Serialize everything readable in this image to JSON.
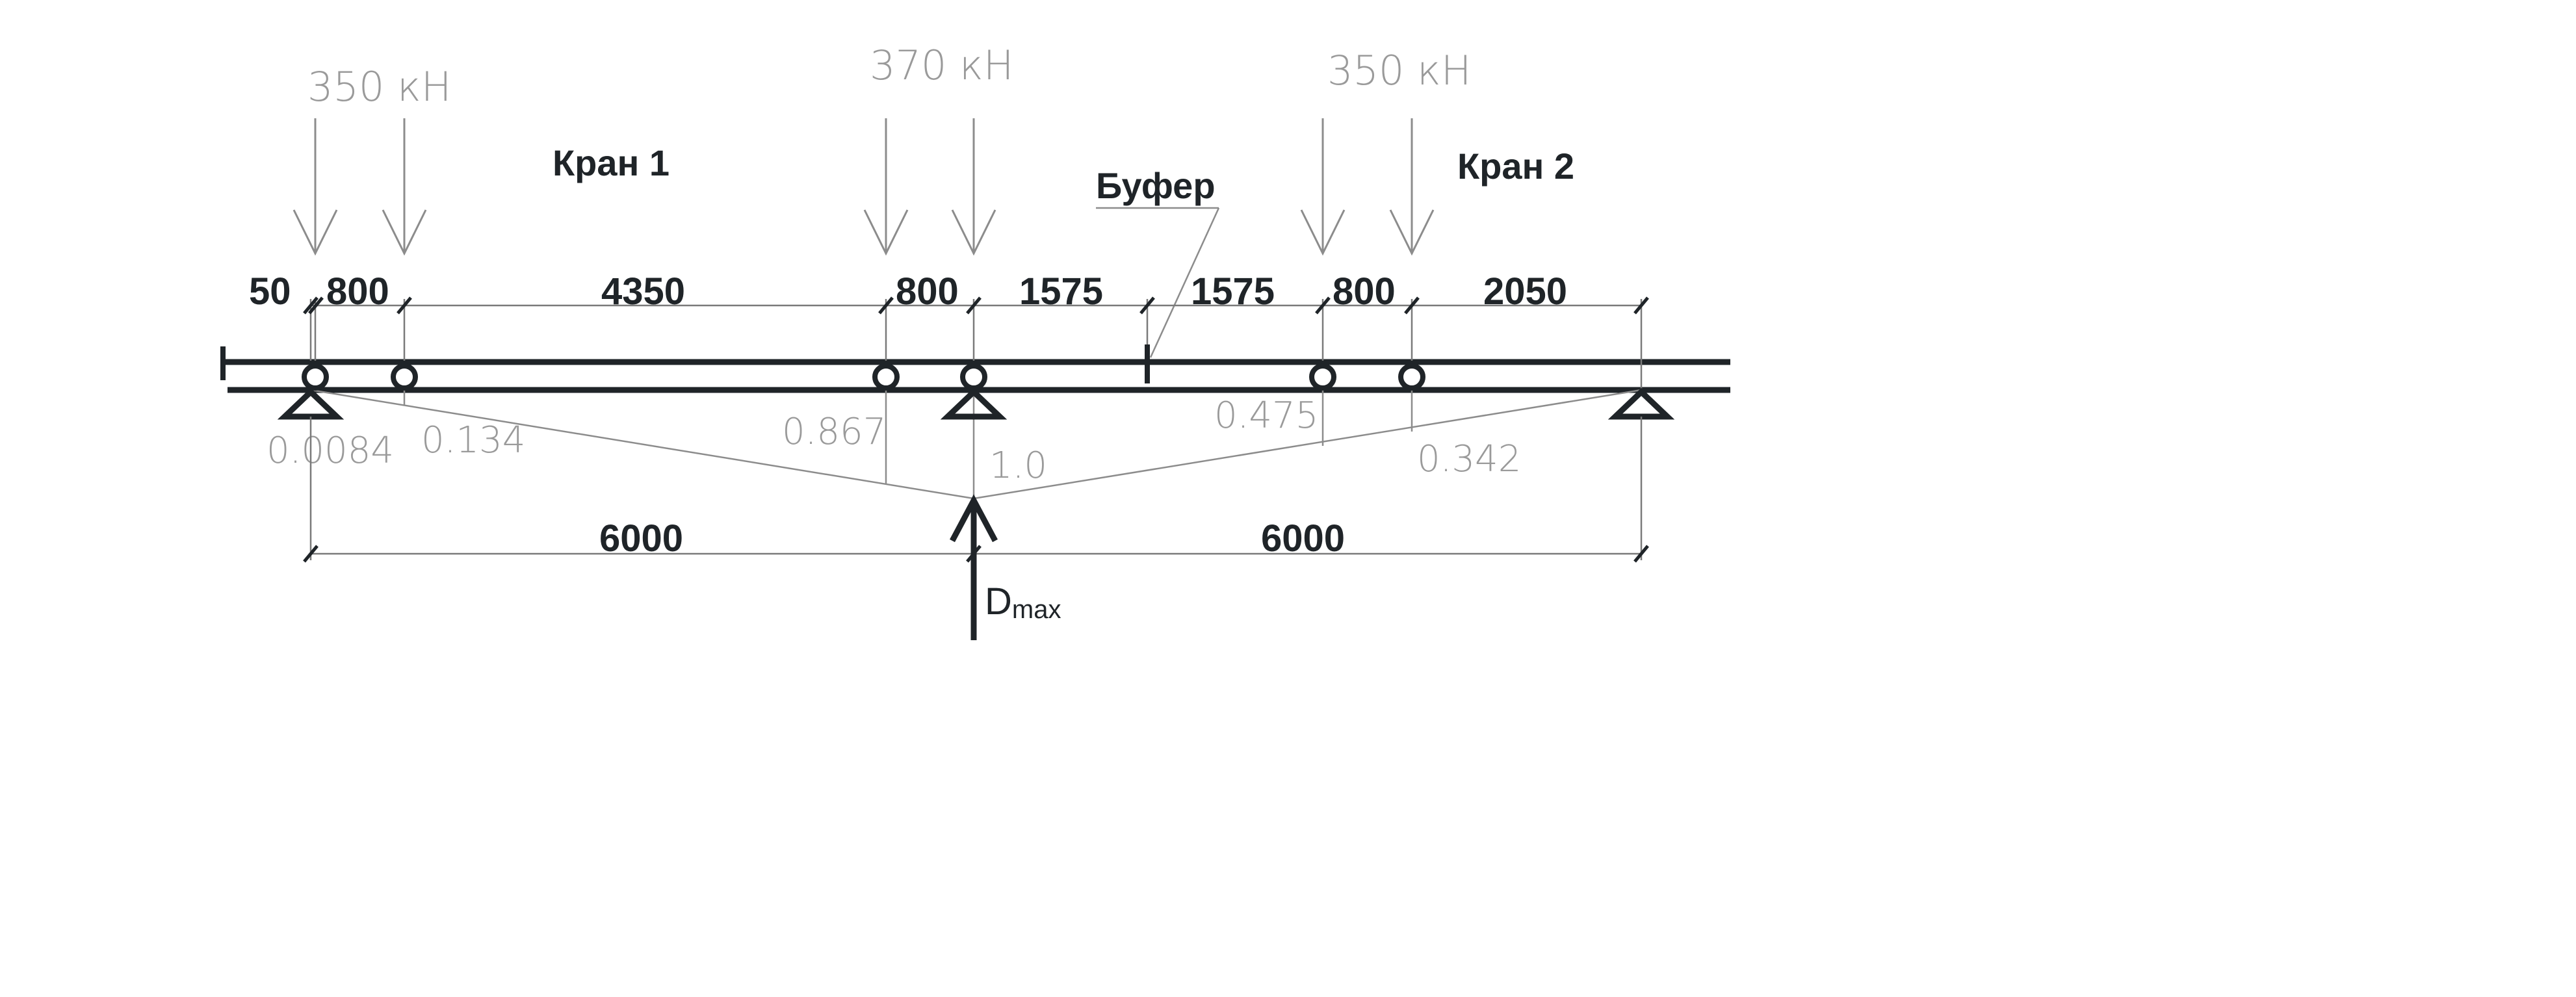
{
  "loads": {
    "crane1_left": "350 кН",
    "crane_middle": "370 кН",
    "crane2_right": "350 кН"
  },
  "labels": {
    "crane1": "Кран 1",
    "crane2": "Кран 2",
    "buffer": "Буфер",
    "reaction_main": "D",
    "reaction_sub": "max"
  },
  "dimensions_top": [
    "50",
    "800",
    "4350",
    "800",
    "1575",
    "1575",
    "800",
    "2050"
  ],
  "dimensions_bottom": [
    "6000",
    "6000"
  ],
  "ordinates": {
    "o1": "0.0084",
    "o2": "0.134",
    "o3": "0.867",
    "o4": "1.0",
    "o5": "0.475",
    "o6": "0.342"
  },
  "colors": {
    "structure": "#1f2428",
    "thin_lines": "#8c8c8c",
    "annotation_text": "#9a9a9a",
    "background": "#ffffff"
  }
}
